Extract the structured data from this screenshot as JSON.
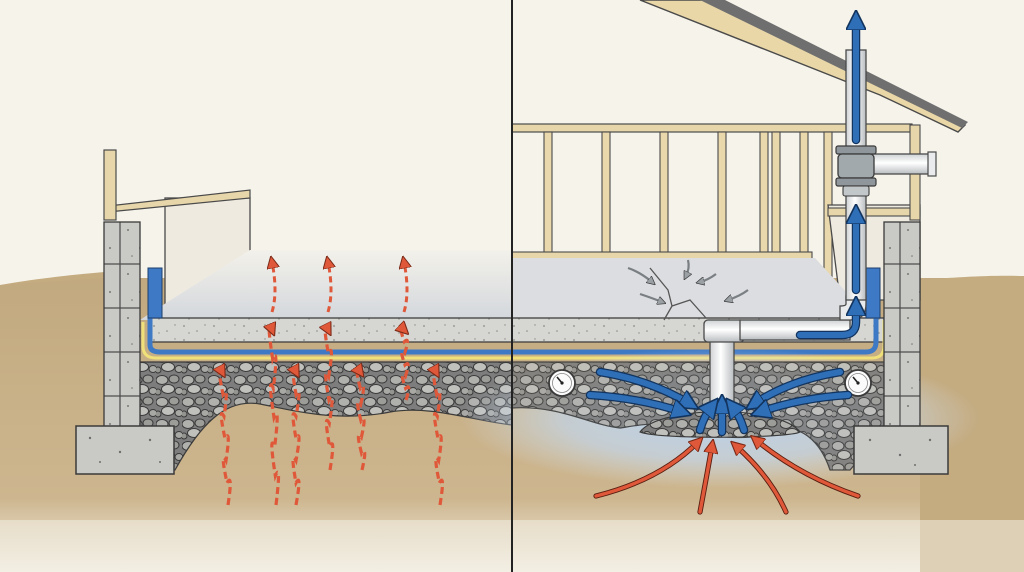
{
  "figure": {
    "panels": [
      {
        "id": "left",
        "subject": "slab-without-mitigation",
        "radon_arrow_count": 10,
        "arrow_color": "#e0583a"
      },
      {
        "id": "right",
        "subject": "sub-slab-depressurization-system",
        "airflow_color": "#2f6fb8",
        "soil_gas_color": "#e0583a",
        "pressure_gauge_count": 2
      }
    ],
    "colors": {
      "background": "#f6f3ea",
      "soil": "#c8b089",
      "concrete": "#d9d9d6",
      "gravel": "#8c8c8c",
      "vapor_barrier": "#3d79c4",
      "sealant_line": "#efe07a",
      "block_wall": "#c8c8c4",
      "framing_wood": "#e6d2a2",
      "vent_pipe": "#f4f4f2",
      "fan": "#9aa1a6",
      "depressurized_zone": "#aac6e8"
    },
    "icons": [
      "radon-arrow-icon",
      "airflow-arrow-icon",
      "pressure-gauge-icon",
      "vent-fan-icon",
      "crack-icon"
    ]
  }
}
